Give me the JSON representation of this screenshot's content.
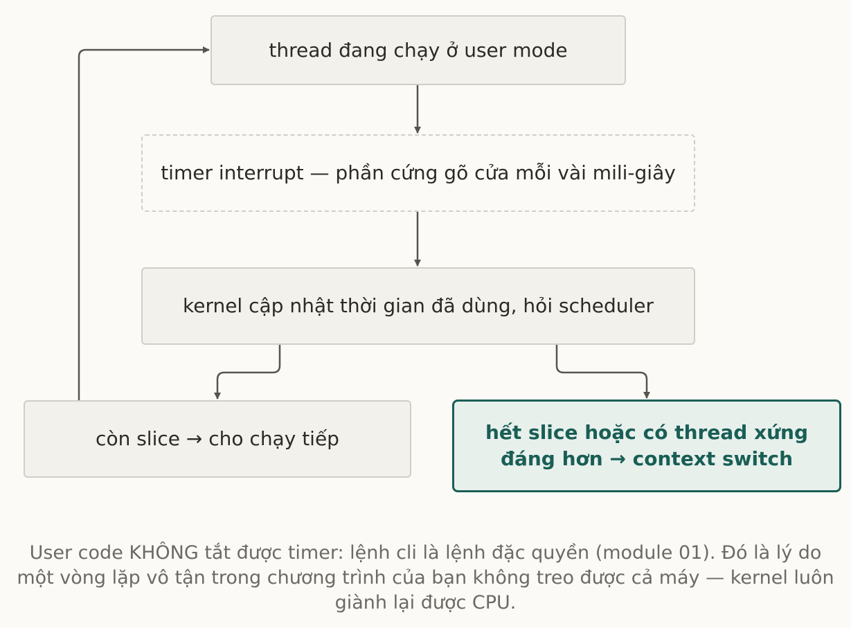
{
  "diagram": {
    "nodes": {
      "user_mode": "thread đang chạy ở user mode",
      "timer_interrupt": "timer interrupt — phần cứng gõ cửa mỗi vài mili-giây",
      "kernel_update": "kernel cập nhật thời gian đã dùng, hỏi scheduler",
      "continue": "còn slice → cho chạy tiếp",
      "context_switch": "hết slice hoặc có thread xứng đáng hơn → context switch"
    },
    "caption": "User code KHÔNG tắt được timer: lệnh cli là lệnh đặc quyền (module 01). Đó là lý do một vòng lặp vô tận trong chương trình của bạn không treo được cả máy — kernel luôn giành lại được CPU."
  },
  "colors": {
    "node_fill": "#f2f1ec",
    "node_border": "#cfcec7",
    "arrow": "#55544f",
    "accent": "#195e55",
    "accent_fill": "#e8f0ec",
    "caption_text": "#6b6a64"
  }
}
